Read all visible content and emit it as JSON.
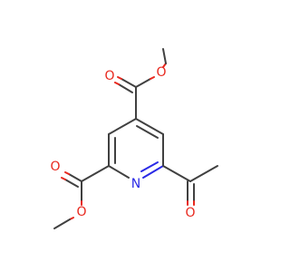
{
  "molecule": {
    "atoms": {
      "ring_n": {
        "symbol": "N",
        "color": "#2a2ae6"
      },
      "ester_top_carbonyl_o": {
        "symbol": "O",
        "color": "#e8281e"
      },
      "ester_top_ether_o": {
        "symbol": "O",
        "color": "#e8281e"
      },
      "ester_left_carbonyl_o": {
        "symbol": "O",
        "color": "#e8281e"
      },
      "ester_left_ether_o": {
        "symbol": "O",
        "color": "#e8281e"
      },
      "acetyl_o": {
        "symbol": "O",
        "color": "#e8281e"
      }
    },
    "bond_color": "#404040"
  }
}
